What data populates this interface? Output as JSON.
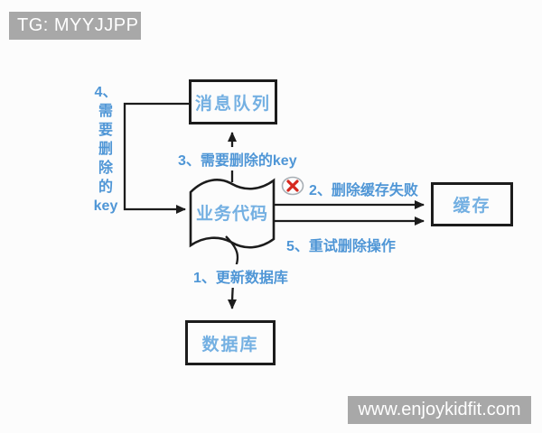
{
  "watermarks": {
    "top": "TG: MYYJJPP",
    "bottom": "www.enjoykidfit.com"
  },
  "nodes": {
    "message_queue": "消息队列",
    "business_code": "业务代码",
    "cache": "缓存",
    "database": "数据库"
  },
  "labels": {
    "step1": "1、更新数据库",
    "step2": "2、删除缓存失败",
    "step3": "3、需要删除的key",
    "step5": "5、重试删除操作",
    "step4_lines": [
      "4、",
      "需",
      "要",
      "删",
      "除",
      "的",
      "key"
    ]
  },
  "icons": {
    "delete_failed": "x-in-circle-icon"
  },
  "colors": {
    "label_blue": "#4f96d6",
    "node_blue": "#74b0e2",
    "error_red": "#d6281e",
    "banner_gray": "#a8a8a8",
    "line_black": "#1c1c1c",
    "background": "#fcfcfc"
  }
}
